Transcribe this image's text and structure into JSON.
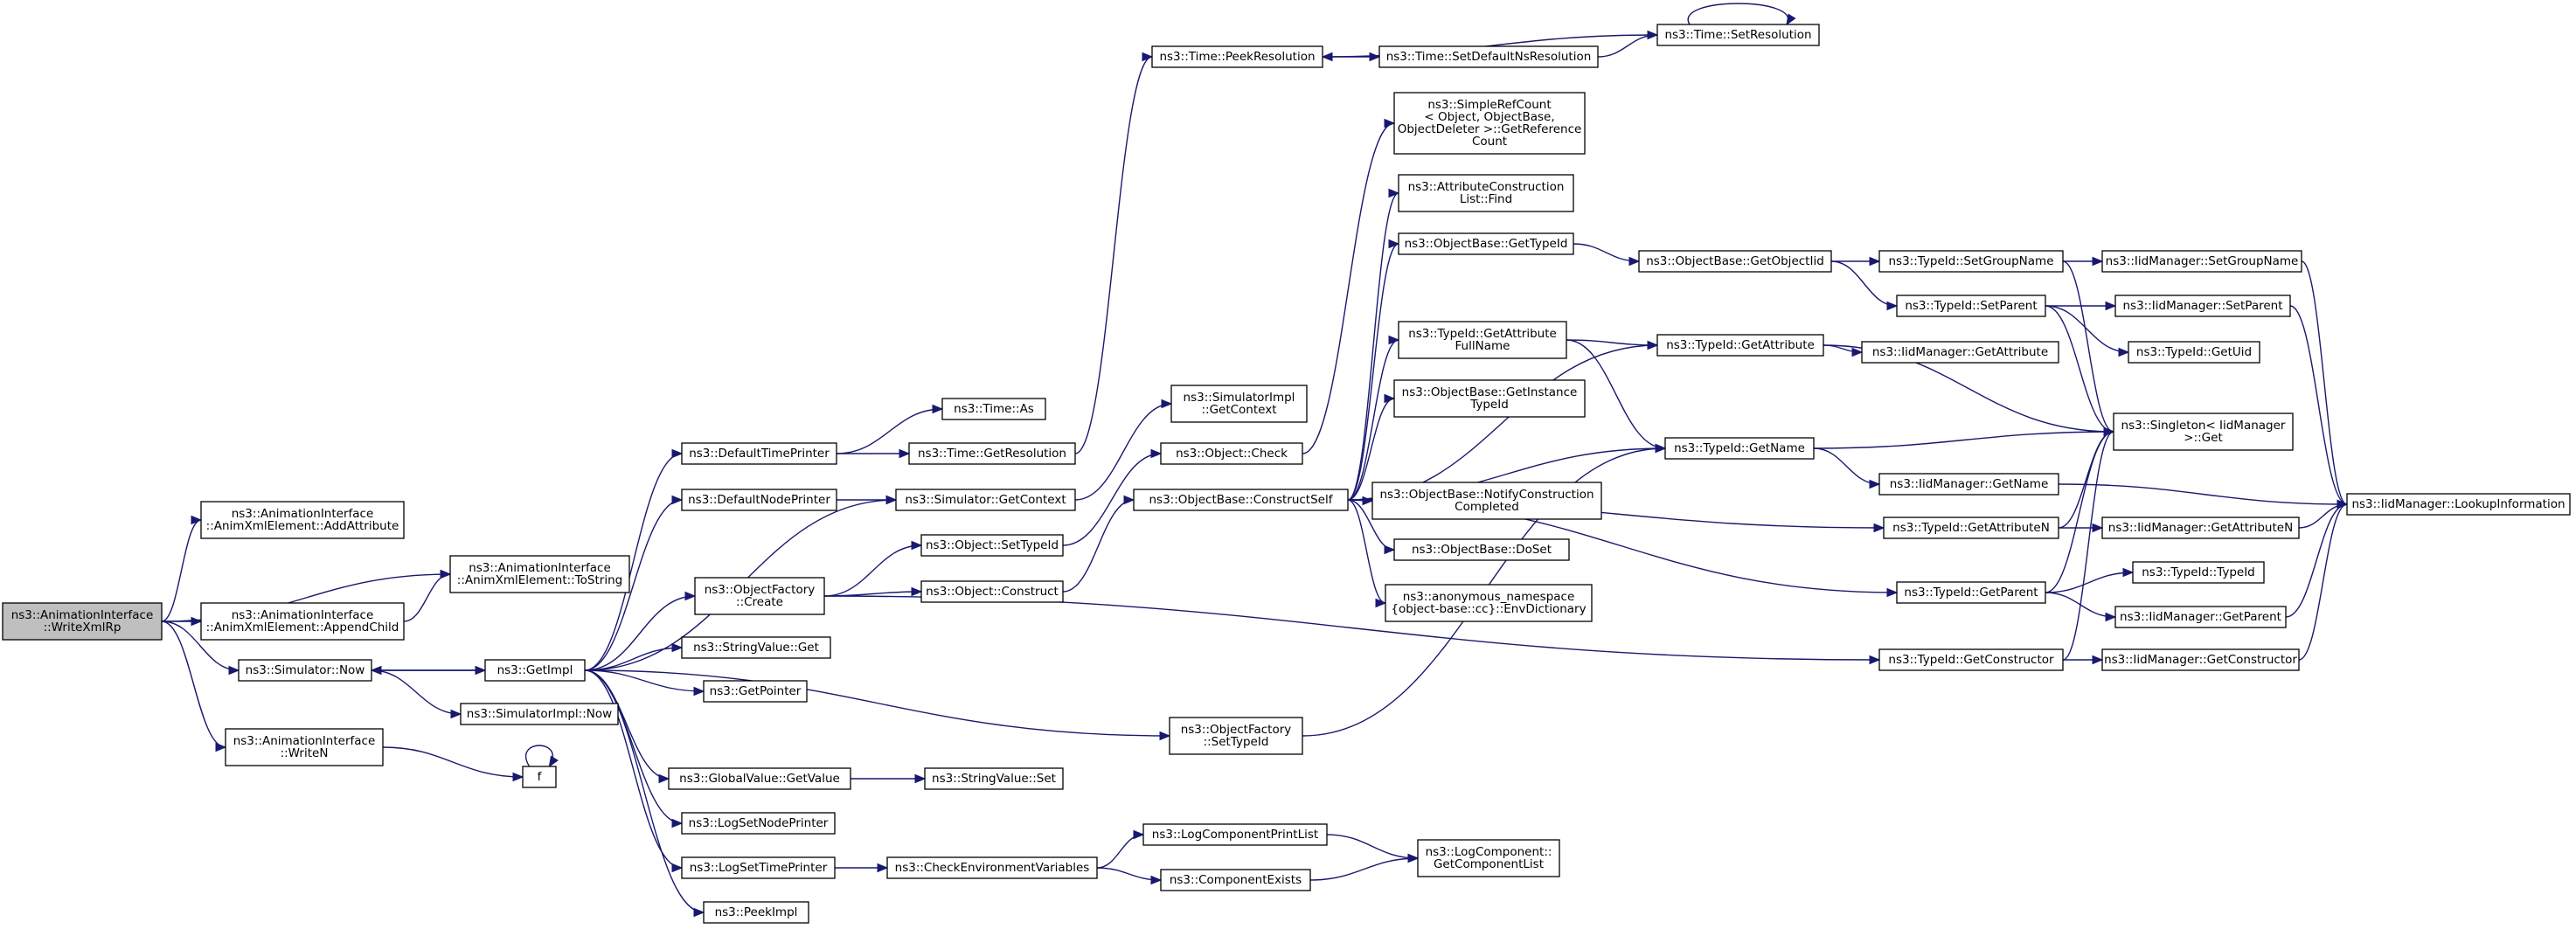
{
  "colors": {
    "edge": "#191970",
    "root_fill": "#bfbfbf",
    "node_fill": "#ffffff",
    "node_stroke": "#000000"
  },
  "nodes": {
    "root": {
      "lines": [
        "ns3::AnimationInterface",
        "::WriteXmlRp"
      ]
    },
    "addattr": {
      "lines": [
        "ns3::AnimationInterface",
        "::AnimXmlElement::AddAttribute"
      ]
    },
    "tostring": {
      "lines": [
        "ns3::AnimationInterface",
        "::AnimXmlElement::ToString"
      ]
    },
    "appendchild": {
      "lines": [
        "ns3::AnimationInterface",
        "::AnimXmlElement::AppendChild"
      ]
    },
    "simnow": {
      "lines": [
        "ns3::Simulator::Now"
      ]
    },
    "writen": {
      "lines": [
        "ns3::AnimationInterface",
        "::WriteN"
      ]
    },
    "f": {
      "lines": [
        "f"
      ]
    },
    "getimpl": {
      "lines": [
        "ns3::GetImpl"
      ]
    },
    "implnow": {
      "lines": [
        "ns3::SimulatorImpl::Now"
      ]
    },
    "deftimeprinter": {
      "lines": [
        "ns3::DefaultTimePrinter"
      ]
    },
    "defnodeprinter": {
      "lines": [
        "ns3::DefaultNodePrinter"
      ]
    },
    "objfactcreate": {
      "lines": [
        "ns3::ObjectFactory",
        "::Create"
      ]
    },
    "strvalget": {
      "lines": [
        "ns3::StringValue::Get"
      ]
    },
    "getpointer": {
      "lines": [
        "ns3::GetPointer"
      ]
    },
    "globalgetvalue": {
      "lines": [
        "ns3::GlobalValue::GetValue"
      ]
    },
    "logsetnode": {
      "lines": [
        "ns3::LogSetNodePrinter"
      ]
    },
    "logsettime": {
      "lines": [
        "ns3::LogSetTimePrinter"
      ]
    },
    "peekimpl": {
      "lines": [
        "ns3::PeekImpl"
      ]
    },
    "timeas": {
      "lines": [
        "ns3::Time::As"
      ]
    },
    "timegetres": {
      "lines": [
        "ns3::Time::GetResolution"
      ]
    },
    "simgetctx": {
      "lines": [
        "ns3::Simulator::GetContext"
      ]
    },
    "objsettypeid": {
      "lines": [
        "ns3::Object::SetTypeId"
      ]
    },
    "objconstruct": {
      "lines": [
        "ns3::Object::Construct"
      ]
    },
    "strvalset": {
      "lines": [
        "ns3::StringValue::Set"
      ]
    },
    "checkenv": {
      "lines": [
        "ns3::CheckEnvironmentVariables"
      ]
    },
    "timepeekres": {
      "lines": [
        "ns3::Time::PeekResolution"
      ]
    },
    "implgetctx": {
      "lines": [
        "ns3::SimulatorImpl",
        "::GetContext"
      ]
    },
    "objcheck": {
      "lines": [
        "ns3::Object::Check"
      ]
    },
    "constructself": {
      "lines": [
        "ns3::ObjectBase::ConstructSelf"
      ]
    },
    "objfactsettid": {
      "lines": [
        "ns3::ObjectFactory",
        "::SetTypeId"
      ]
    },
    "logcompprint": {
      "lines": [
        "ns3::LogComponentPrintList"
      ]
    },
    "compexists": {
      "lines": [
        "ns3::ComponentExists"
      ]
    },
    "setdefaultns": {
      "lines": [
        "ns3::Time::SetDefaultNsResolution"
      ]
    },
    "simplerefcount": {
      "lines": [
        "ns3::SimpleRefCount",
        "< Object, ObjectBase,",
        " ObjectDeleter >::GetReference",
        "Count"
      ]
    },
    "attrconstfind": {
      "lines": [
        "ns3::AttributeConstruction",
        "List::Find"
      ]
    },
    "obgettypeid": {
      "lines": [
        "ns3::ObjectBase::GetTypeId"
      ]
    },
    "tidgetattrfull": {
      "lines": [
        "ns3::TypeId::GetAttribute",
        "FullName"
      ]
    },
    "obgetinsttid": {
      "lines": [
        "ns3::ObjectBase::GetInstance",
        "TypeId"
      ]
    },
    "obnotify": {
      "lines": [
        "ns3::ObjectBase::NotifyConstruction",
        "Completed"
      ]
    },
    "obdoset": {
      "lines": [
        "ns3::ObjectBase::DoSet"
      ]
    },
    "anonenvdict": {
      "lines": [
        "ns3::anonymous_namespace",
        "{object-base::cc}::EnvDictionary"
      ]
    },
    "logcompgetlist": {
      "lines": [
        "ns3::LogComponent::",
        "GetComponentList"
      ]
    },
    "timesetres": {
      "lines": [
        "ns3::Time::SetResolution"
      ]
    },
    "obgetobjectiid": {
      "lines": [
        "ns3::ObjectBase::GetObjectIid"
      ]
    },
    "tidgetattr": {
      "lines": [
        "ns3::TypeId::GetAttribute"
      ]
    },
    "tidgetname": {
      "lines": [
        "ns3::TypeId::GetName"
      ]
    },
    "tidgetattrn": {
      "lines": [
        "ns3::TypeId::GetAttributeN"
      ]
    },
    "tidgetparent": {
      "lines": [
        "ns3::TypeId::GetParent"
      ]
    },
    "tidgetctor": {
      "lines": [
        "ns3::TypeId::GetConstructor"
      ]
    },
    "tidsetgroup": {
      "lines": [
        "ns3::TypeId::SetGroupName"
      ]
    },
    "tidsetparent": {
      "lines": [
        "ns3::TypeId::SetParent"
      ]
    },
    "iidgetattr": {
      "lines": [
        "ns3::IidManager::GetAttribute"
      ]
    },
    "iidgetname": {
      "lines": [
        "ns3::IidManager::GetName"
      ]
    },
    "iidsetgroup": {
      "lines": [
        "ns3::IidManager::SetGroupName"
      ]
    },
    "iidsetparent": {
      "lines": [
        "ns3::IidManager::SetParent"
      ]
    },
    "tidgetuid": {
      "lines": [
        "ns3::TypeId::GetUid"
      ]
    },
    "singleton": {
      "lines": [
        "ns3::Singleton< IidManager",
        " >::Get"
      ]
    },
    "iidgetattrn": {
      "lines": [
        "ns3::IidManager::GetAttributeN"
      ]
    },
    "tidtypeid": {
      "lines": [
        "ns3::TypeId::TypeId"
      ]
    },
    "iidgetparent": {
      "lines": [
        "ns3::IidManager::GetParent"
      ]
    },
    "iidgetctor": {
      "lines": [
        "ns3::IidManager::GetConstructor"
      ]
    },
    "iidlookup": {
      "lines": [
        "ns3::IidManager::LookupInformation"
      ]
    }
  },
  "edges": [
    [
      "root",
      "addattr"
    ],
    [
      "root",
      "tostring"
    ],
    [
      "root",
      "appendchild"
    ],
    [
      "root",
      "simnow"
    ],
    [
      "root",
      "writen"
    ],
    [
      "appendchild",
      "tostring"
    ],
    [
      "writen",
      "f"
    ],
    [
      "f",
      "f"
    ],
    [
      "simnow",
      "getimpl"
    ],
    [
      "simnow",
      "implnow"
    ],
    [
      "getimpl",
      "simnow"
    ],
    [
      "getimpl",
      "deftimeprinter"
    ],
    [
      "getimpl",
      "defnodeprinter"
    ],
    [
      "getimpl",
      "simgetctx"
    ],
    [
      "getimpl",
      "objfactcreate"
    ],
    [
      "getimpl",
      "strvalget"
    ],
    [
      "getimpl",
      "getpointer"
    ],
    [
      "getimpl",
      "globalgetvalue"
    ],
    [
      "getimpl",
      "logsetnode"
    ],
    [
      "getimpl",
      "logsettime"
    ],
    [
      "getimpl",
      "peekimpl"
    ],
    [
      "getimpl",
      "objfactsettid"
    ],
    [
      "deftimeprinter",
      "timeas"
    ],
    [
      "deftimeprinter",
      "timegetres"
    ],
    [
      "defnodeprinter",
      "simgetctx"
    ],
    [
      "timegetres",
      "timepeekres"
    ],
    [
      "simgetctx",
      "implgetctx"
    ],
    [
      "objfactcreate",
      "objsettypeid"
    ],
    [
      "objfactcreate",
      "objconstruct"
    ],
    [
      "objfactcreate",
      "tidgetctor"
    ],
    [
      "objsettypeid",
      "objcheck"
    ],
    [
      "objconstruct",
      "constructself"
    ],
    [
      "globalgetvalue",
      "strvalset"
    ],
    [
      "logsettime",
      "checkenv"
    ],
    [
      "checkenv",
      "logcompprint"
    ],
    [
      "checkenv",
      "compexists"
    ],
    [
      "logcompprint",
      "logcompgetlist"
    ],
    [
      "compexists",
      "logcompgetlist"
    ],
    [
      "timepeekres",
      "setdefaultns"
    ],
    [
      "setdefaultns",
      "timesetres"
    ],
    [
      "timesetres",
      "timepeekres"
    ],
    [
      "timesetres",
      "timesetres"
    ],
    [
      "objcheck",
      "simplerefcount"
    ],
    [
      "constructself",
      "attrconstfind"
    ],
    [
      "constructself",
      "obgettypeid"
    ],
    [
      "constructself",
      "tidgetattr"
    ],
    [
      "constructself",
      "tidgetattrfull"
    ],
    [
      "constructself",
      "obgetinsttid"
    ],
    [
      "constructself",
      "tidgetname"
    ],
    [
      "constructself",
      "obnotify"
    ],
    [
      "constructself",
      "obdoset"
    ],
    [
      "constructself",
      "anonenvdict"
    ],
    [
      "constructself",
      "tidgetattrn"
    ],
    [
      "constructself",
      "tidgetparent"
    ],
    [
      "objfactsettid",
      "tidgetname"
    ],
    [
      "obgettypeid",
      "obgetobjectiid"
    ],
    [
      "obgetobjectiid",
      "tidsetgroup"
    ],
    [
      "obgetobjectiid",
      "tidsetparent"
    ],
    [
      "tidgetattrfull",
      "tidgetattr"
    ],
    [
      "tidgetattrfull",
      "tidgetname"
    ],
    [
      "tidgetattr",
      "iidgetattr"
    ],
    [
      "tidgetattr",
      "singleton"
    ],
    [
      "tidgetname",
      "singleton"
    ],
    [
      "tidgetname",
      "iidgetname"
    ],
    [
      "tidgetattrn",
      "singleton"
    ],
    [
      "tidgetattrn",
      "iidgetattrn"
    ],
    [
      "tidgetparent",
      "singleton"
    ],
    [
      "tidgetparent",
      "tidtypeid"
    ],
    [
      "tidgetparent",
      "iidgetparent"
    ],
    [
      "tidgetctor",
      "singleton"
    ],
    [
      "tidgetctor",
      "iidgetctor"
    ],
    [
      "tidsetgroup",
      "iidsetgroup"
    ],
    [
      "tidsetgroup",
      "singleton"
    ],
    [
      "tidsetparent",
      "iidsetparent"
    ],
    [
      "tidsetparent",
      "tidgetuid"
    ],
    [
      "tidsetparent",
      "singleton"
    ],
    [
      "iidsetgroup",
      "iidlookup"
    ],
    [
      "iidsetparent",
      "iidlookup"
    ],
    [
      "iidgetname",
      "iidlookup"
    ],
    [
      "iidgetattrn",
      "iidlookup"
    ],
    [
      "iidgetparent",
      "iidlookup"
    ],
    [
      "iidgetctor",
      "iidlookup"
    ]
  ]
}
